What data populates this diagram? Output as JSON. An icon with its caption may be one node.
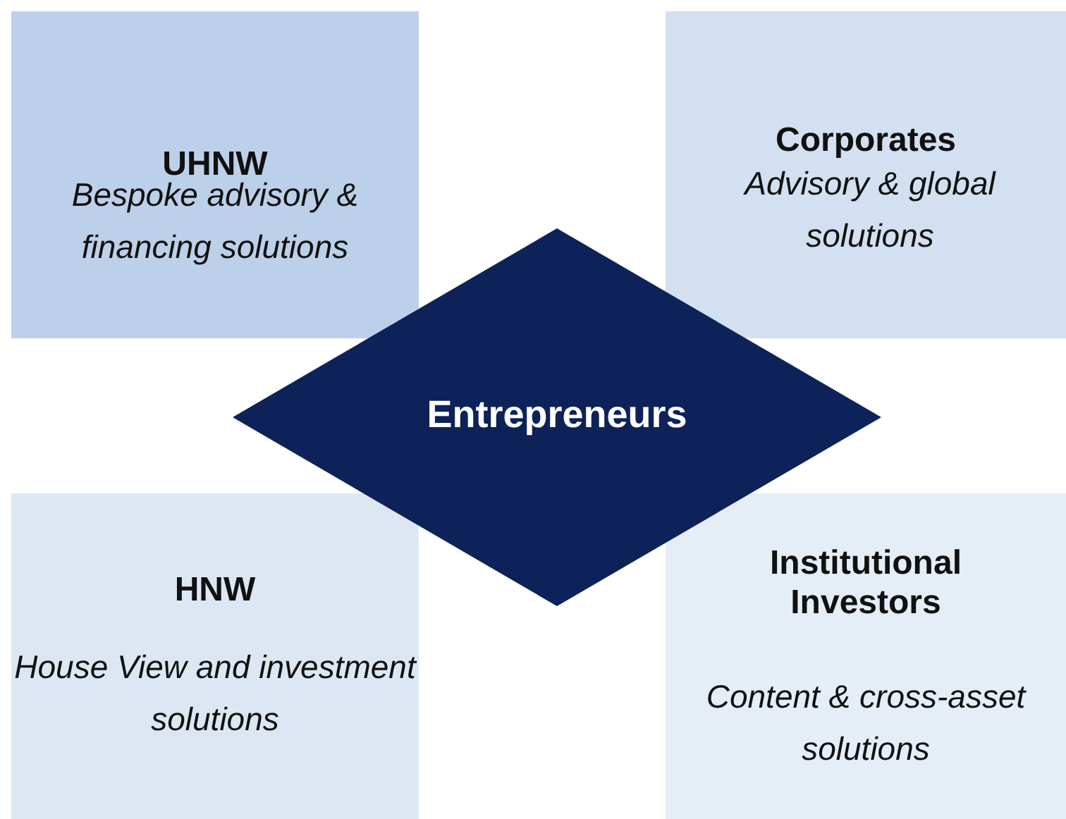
{
  "diagram": {
    "nodes": [
      {
        "text": [
          "UHNW",
          "Bespoke advisory & financing solutions"
        ]
      },
      {
        "text": [
          "Corporates",
          "Advisory & global solutions"
        ]
      },
      {
        "text": [
          "Entrepreneurs"
        ]
      },
      {
        "text": [
          "HNW",
          "House View and investment solutions"
        ]
      },
      {
        "text": [
          "Institutional Investors",
          "Content & cross-asset solutions"
        ]
      }
    ]
  }
}
